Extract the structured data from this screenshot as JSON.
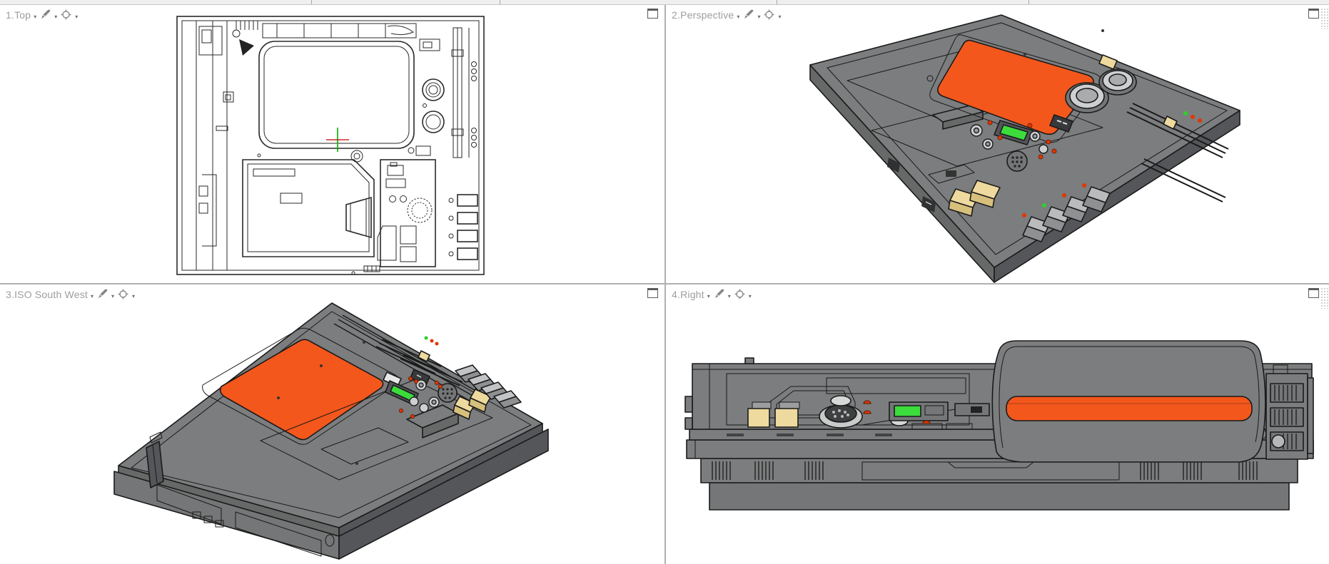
{
  "viewports": [
    {
      "label": "1.Top"
    },
    {
      "label": "2.Perspective"
    },
    {
      "label": "3.ISO South West"
    },
    {
      "label": "4.Right"
    }
  ],
  "icons": {
    "caret": "▾",
    "pen": "display-mode-pen-icon",
    "crosshair": "view-target-icon",
    "maximize": "maximize-viewport-icon"
  },
  "colors": {
    "bg": "#ffffff",
    "strip": "#efefef",
    "divider": "#b0b0b0",
    "label": "#9d9d9d",
    "line": "#1a1a1a",
    "wire": "#2a2a2a",
    "top": "#7b7d7e",
    "body": "#747677",
    "side": "#676969",
    "dark": "#54565a",
    "orange": "#f4571c",
    "green": "#3bdc3b",
    "tan": "#eeda9e",
    "tanside": "#d7bf7c",
    "knob": "#cdcfd0",
    "knobhi": "#e7e9e9",
    "ledred": "#e23600",
    "ledgreen": "#2ed02e",
    "axisgreen": "#00b400",
    "axisred": "#c00000"
  }
}
